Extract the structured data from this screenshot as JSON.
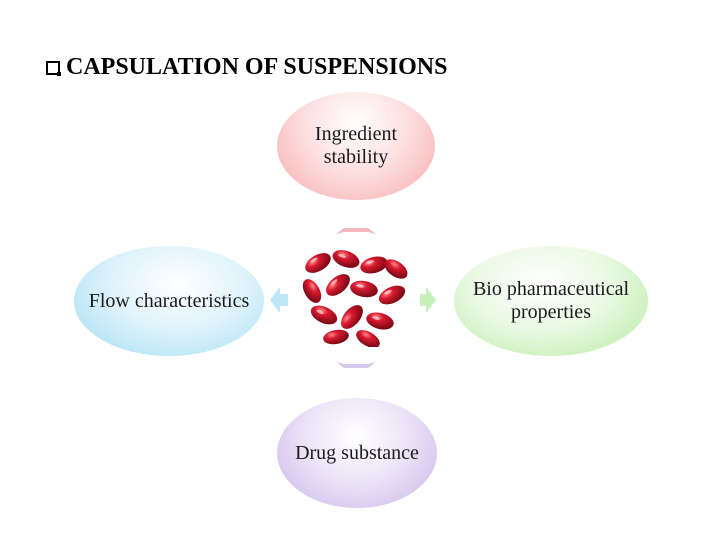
{
  "title": "CAPSULATION OF SUSPENSIONS",
  "nodes": {
    "top": "Ingredient stability",
    "left": "Flow characteristics",
    "right": "Bio pharmaceutical properties",
    "bottom": "Drug substance"
  },
  "colors": {
    "top": "#f6a9ab",
    "left": "#9fdcf3",
    "right": "#b4eb9e",
    "bottom": "#c9b3ea",
    "capsule": "#c8102e"
  }
}
